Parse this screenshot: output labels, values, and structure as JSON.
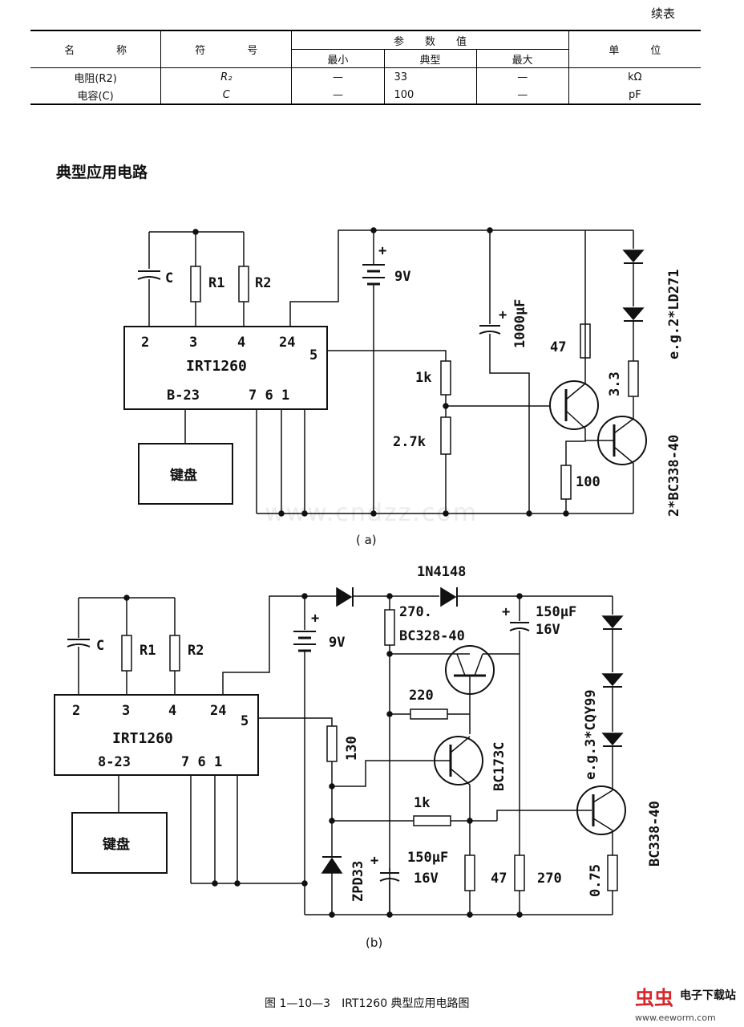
{
  "header": {
    "continued": "续表"
  },
  "table": {
    "col_name": "名　　　　称",
    "col_symbol": "符　　　　号",
    "col_params": "参　　数　　值",
    "col_unit": "单　　　位",
    "sub_min": "最小",
    "sub_typ": "典型",
    "sub_max": "最大",
    "rows": [
      {
        "name": "电阻(R2)",
        "symbol": "R₂",
        "min": "—",
        "typ": "33",
        "max": "—",
        "unit": "kΩ"
      },
      {
        "name": "电容(C)",
        "symbol": "C",
        "min": "—",
        "typ": "100",
        "max": "—",
        "unit": "pF"
      }
    ]
  },
  "section_title": "典型应用电路",
  "circuit_a": {
    "ic_name": "IRT1260",
    "pins_top": [
      "2",
      "3",
      "4",
      "24"
    ],
    "pin_side": "5",
    "pins_bottom_left": "B-23",
    "pins_bottom_right": "7 6 1",
    "cap": "C",
    "r1": "R1",
    "r2": "R2",
    "battery": "9V",
    "cap_big": "1000μF",
    "r_1k": "1k",
    "r_2k7": "2.7k",
    "r_47": "47",
    "r_3_3": "3.3",
    "r_100": "100",
    "led_note": "e.g.2*LD271",
    "transistors": "2*BC338-40",
    "keyboard": "键盘",
    "label": "( a)"
  },
  "circuit_b": {
    "ic_name": "IRT1260",
    "pins_top": [
      "2",
      "3",
      "4",
      "24"
    ],
    "pin_side": "5",
    "pins_bottom_left": "8-23",
    "pins_bottom_right": "7 6 1",
    "cap": "C",
    "r1": "R1",
    "r2": "R2",
    "battery": "9V",
    "diode": "1N4148",
    "r_270a": "270.",
    "bc328": "BC328-40",
    "cap150a": "150μF",
    "cap150a_v": "16V",
    "r_220": "220",
    "r_130": "130",
    "bc173": "BC173C",
    "r_1k": "1k",
    "zener": "ZPD33",
    "cap150b": "150μF",
    "cap150b_v": "16V",
    "r_47": "47",
    "r_270b": "270",
    "r_0_75": "0.75",
    "led_note": "e.g.3*CQY99",
    "bc338": "BC338-40",
    "keyboard": "键盘",
    "label": "(b)"
  },
  "caption": "图 1—10—3　IRT1260 典型应用电路图",
  "watermark": "www.cndzz.com",
  "logo": {
    "cn": "虫虫",
    "site": "电子下载站",
    "url": "www.eeworm.com"
  }
}
